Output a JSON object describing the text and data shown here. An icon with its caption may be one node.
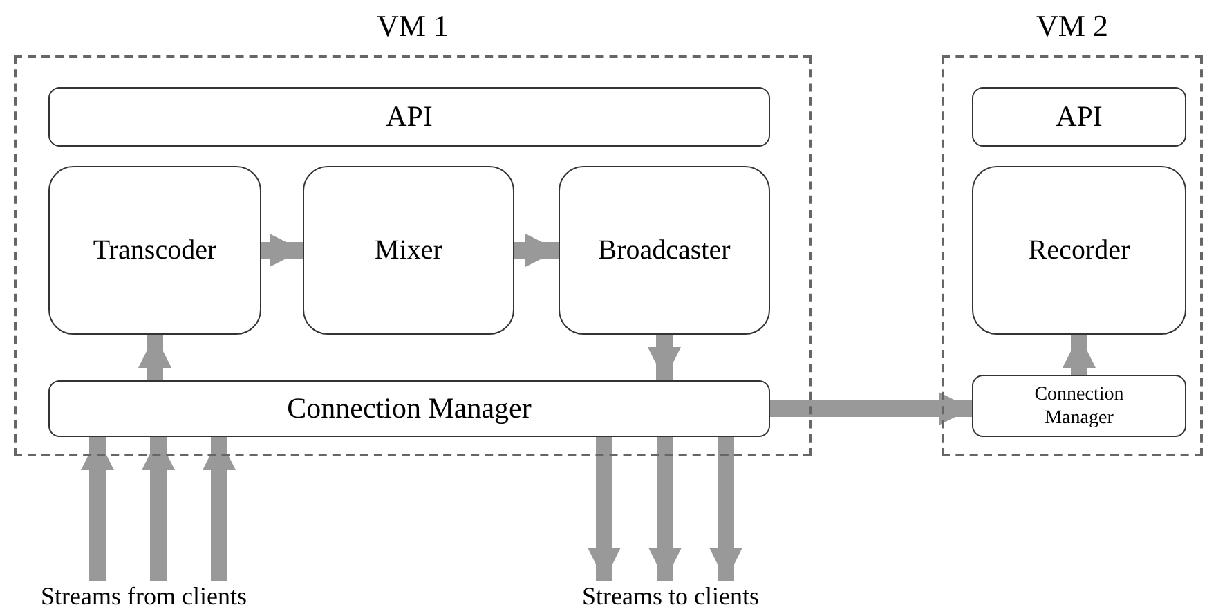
{
  "diagram": {
    "nodes": [
      {
        "text": [
          "VM 1"
        ]
      },
      {
        "text": [
          "API"
        ],
        "in": 0
      },
      {
        "text": [
          "Transcoder"
        ],
        "in": 0
      },
      {
        "text": [
          "Mixer"
        ],
        "in": 0
      },
      {
        "text": [
          "Broadcaster"
        ],
        "in": 0
      },
      {
        "text": [
          "Connection Manager"
        ],
        "in": 0
      },
      {
        "text": [
          "VM 2"
        ]
      },
      {
        "text": [
          "API"
        ],
        "in": 6
      },
      {
        "text": [
          "Recorder"
        ],
        "in": 6
      },
      {
        "text": [
          "Connection Manager"
        ],
        "in": 6
      },
      {
        "text": [
          "Streams from clients"
        ]
      },
      {
        "text": [
          "Streams to clients"
        ]
      }
    ],
    "edges": [
      {
        "from": 2,
        "to": 3,
        "arrow": "to"
      },
      {
        "from": 3,
        "to": 4,
        "arrow": "to"
      },
      {
        "from": 5,
        "to": 2,
        "arrow": "to"
      },
      {
        "from": 4,
        "to": 5,
        "arrow": "to"
      },
      {
        "from": 5,
        "to": 9,
        "arrow": "to"
      },
      {
        "from": 9,
        "to": 8,
        "arrow": "to"
      },
      {
        "from": 10,
        "to": 5,
        "arrow": "to"
      },
      {
        "from": 10,
        "to": 5,
        "arrow": "to"
      },
      {
        "from": 10,
        "to": 5,
        "arrow": "to"
      },
      {
        "from": 5,
        "to": 11,
        "arrow": "to"
      },
      {
        "from": 5,
        "to": 11,
        "arrow": "to"
      },
      {
        "from": 5,
        "to": 11,
        "arrow": "to"
      }
    ]
  }
}
